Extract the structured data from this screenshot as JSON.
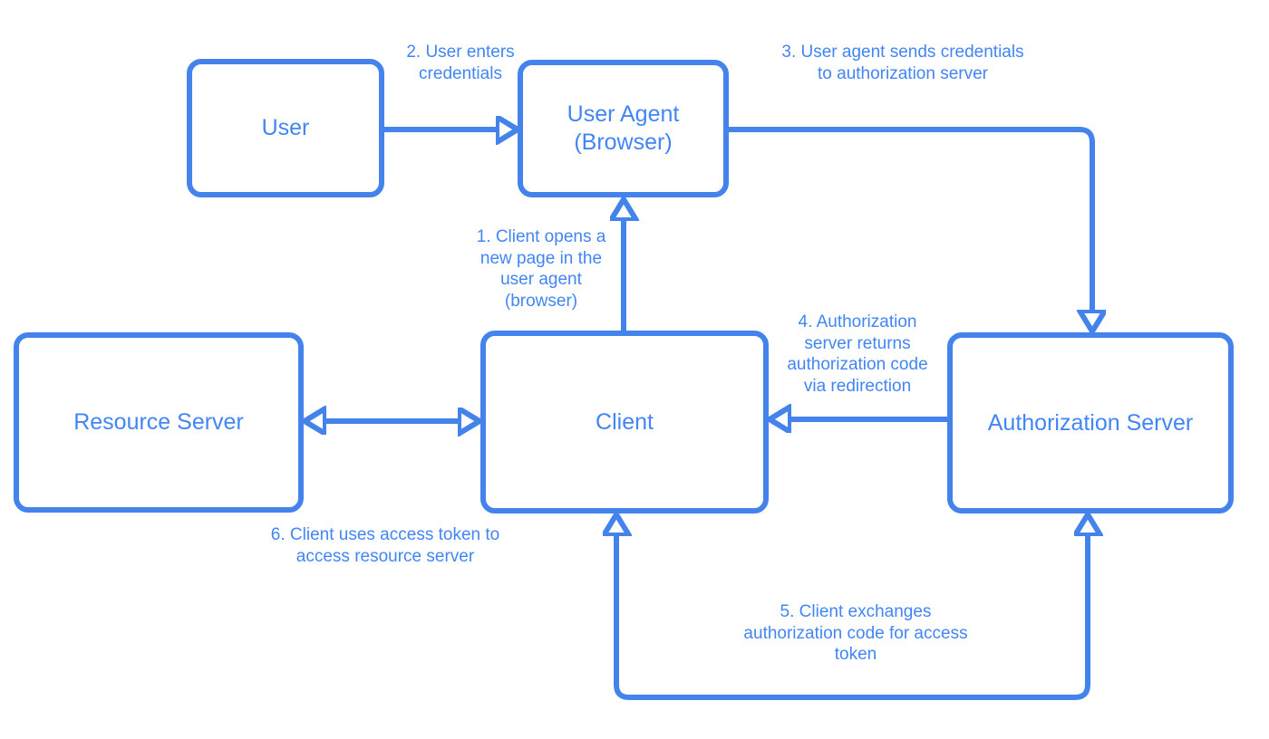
{
  "diagram": {
    "title_semantic": "OAuth authorization code flow diagram",
    "colors": {
      "stroke": "#4483eb",
      "text": "#4285f4",
      "background": "#ffffff"
    },
    "nodes": {
      "user": {
        "label": "User"
      },
      "user_agent": {
        "label": "User Agent\n(Browser)"
      },
      "resource_server": {
        "label": "Resource Server"
      },
      "client": {
        "label": "Client"
      },
      "auth_server": {
        "label": "Authorization Server"
      }
    },
    "annotations": {
      "step1": "1. Client opens a\nnew page in the\nuser agent\n(browser)",
      "step2": "2. User enters\ncredentials",
      "step3": "3. User agent sends credentials\nto authorization server",
      "step4": "4. Authorization\nserver returns\nauthorization code\nvia redirection",
      "step5": "5. Client exchanges\nauthorization code for access\ntoken",
      "step6": "6. Client uses access token to\naccess resource server"
    }
  }
}
